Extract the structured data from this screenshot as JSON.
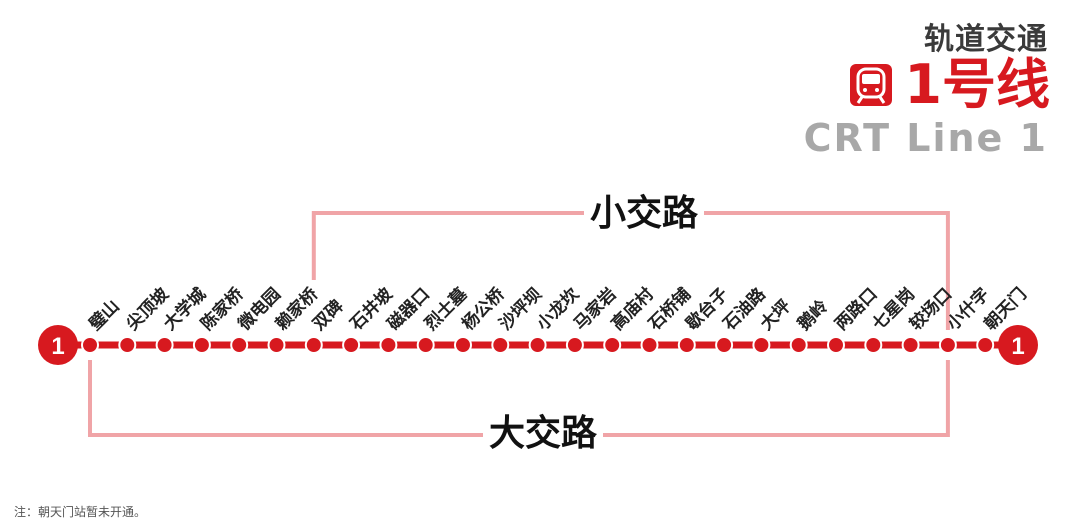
{
  "header": {
    "category": "轨道交通",
    "line_name": "1号线",
    "line_name_en": "CRT Line 1",
    "icon": "metro-train-icon"
  },
  "colors": {
    "line": "#d7191f",
    "route_bracket": "#f0a4a7",
    "station_dot": "#d7191f"
  },
  "terminal_badge": "1",
  "routes": {
    "short": "小交路",
    "full": "大交路"
  },
  "stations": [
    "璧山",
    "尖顶坡",
    "大学城",
    "陈家桥",
    "微电园",
    "赖家桥",
    "双碑",
    "石井坡",
    "磁器口",
    "烈士墓",
    "杨公桥",
    "沙坪坝",
    "小龙坎",
    "马家岩",
    "高庙村",
    "石桥铺",
    "歇台子",
    "石油路",
    "大坪",
    "鹅岭",
    "两路口",
    "七星岗",
    "较场口",
    "小什字",
    "朝天门"
  ],
  "note": "注：朝天门站暂未开通。"
}
